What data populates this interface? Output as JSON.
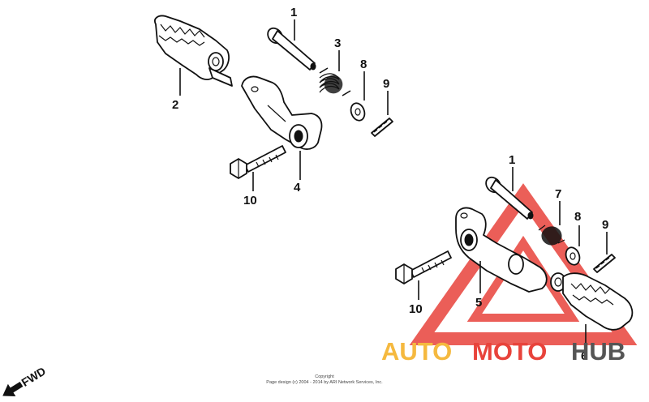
{
  "callouts": {
    "left": [
      "1",
      "2",
      "3",
      "4",
      "8",
      "9",
      "10"
    ],
    "right": [
      "1",
      "5",
      "6",
      "7",
      "8",
      "9",
      "10"
    ]
  },
  "direction_label": "FWD",
  "watermark": {
    "part1": "AUTO",
    "part2": "MOTO",
    "part3": "HUB",
    "colors": {
      "auto": "#f5b93f",
      "moto": "#e8433b",
      "hub": "#555555"
    }
  },
  "copyright": {
    "line1": "Copyright",
    "line2": "Page design (c) 2004 - 2014 by ARI Network Services, Inc."
  }
}
